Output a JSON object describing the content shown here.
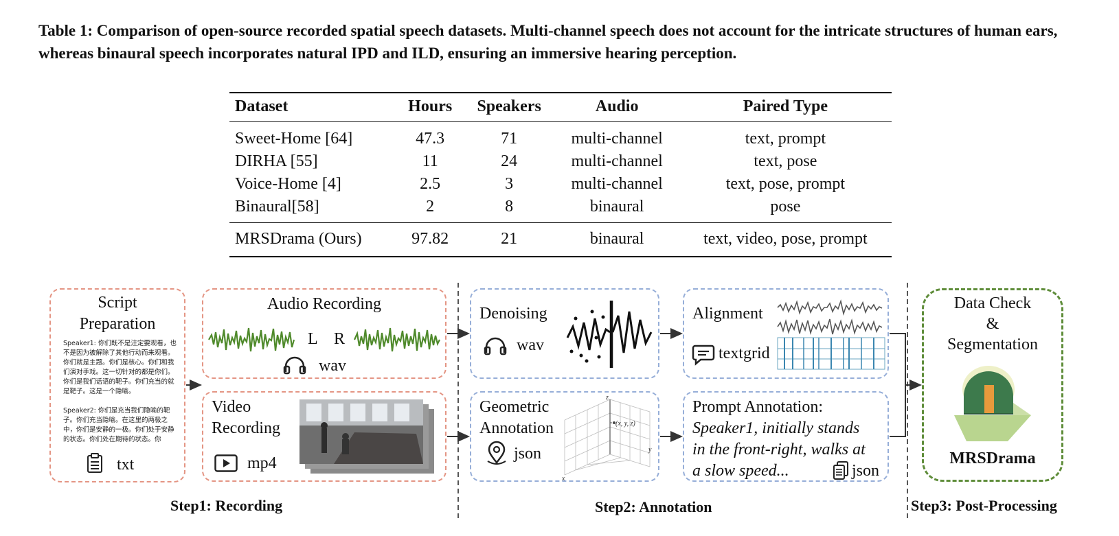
{
  "caption": "Table 1: Comparison of open-source recorded spatial speech datasets. Multi-channel speech does not account for the intricate structures of human ears, whereas binaural speech incorporates natural IPD and ILD, ensuring an immersive hearing perception.",
  "table": {
    "headers": [
      "Dataset",
      "Hours",
      "Speakers",
      "Audio",
      "Paired Type"
    ],
    "rows": [
      [
        "Sweet-Home [64]",
        "47.3",
        "71",
        "multi-channel",
        "text, prompt"
      ],
      [
        "DIRHA [55]",
        "11",
        "24",
        "multi-channel",
        "text, pose"
      ],
      [
        "Voice-Home [4]",
        "2.5",
        "3",
        "multi-channel",
        "text, pose, prompt"
      ],
      [
        "Binaural[58]",
        "2",
        "8",
        "binaural",
        "pose"
      ],
      [
        "MRSDrama (Ours)",
        "97.82",
        "21",
        "binaural",
        "text, video, pose, prompt"
      ]
    ]
  },
  "pipeline": {
    "script": {
      "title_line1": "Script",
      "title_line2": "Preparation",
      "speaker1_text": "Speaker1: 你们既不是注定要观看，也不是因为被解除了其他行动而来观看。你们就是主题。你们是核心。你们和我们演对手戏。这一切针对的都是你们。你们是我们话语的靶子。你们充当的就是靶子。这是一个隐喻。",
      "speaker2_text": "Speaker2: 你们是充当我们隐喻的靶子。你们充当隐喻。在这里的两极之中，你们是安静的一极。你们处于安静的状态。你们处在期待的状态。你",
      "format": "txt"
    },
    "audio": {
      "title": "Audio Recording",
      "left_label": "L",
      "right_label": "R",
      "format": "wav"
    },
    "video": {
      "title_line1": "Video",
      "title_line2": "Recording",
      "format": "mp4"
    },
    "denoising": {
      "title": "Denoising",
      "format": "wav"
    },
    "alignment": {
      "title": "Alignment",
      "format": "textgrid"
    },
    "geometric": {
      "title_line1": "Geometric",
      "title_line2": "Annotation",
      "format": "json",
      "point_label": "(x, y, z)",
      "axis_x": "x",
      "axis_y": "y",
      "axis_z": "z"
    },
    "prompt": {
      "title": "Prompt Annotation:",
      "line1": "Speaker1, initially stands",
      "line2": "in the front-right, walks at",
      "line3": "a slow speed...",
      "format": "json"
    },
    "datacheck": {
      "line1": "Data Check",
      "line2": "&",
      "line3": "Segmentation",
      "name": "MRSDrama"
    },
    "steps": {
      "step1": "Step1: Recording",
      "step2": "Step2: Annotation",
      "step3": "Step3: Post-Processing"
    }
  },
  "colors": {
    "red_dash": "#e49584",
    "blue_dash": "#96aed8",
    "green_dash": "#5f8d3a",
    "waveform_green": "#4f8a2b"
  }
}
